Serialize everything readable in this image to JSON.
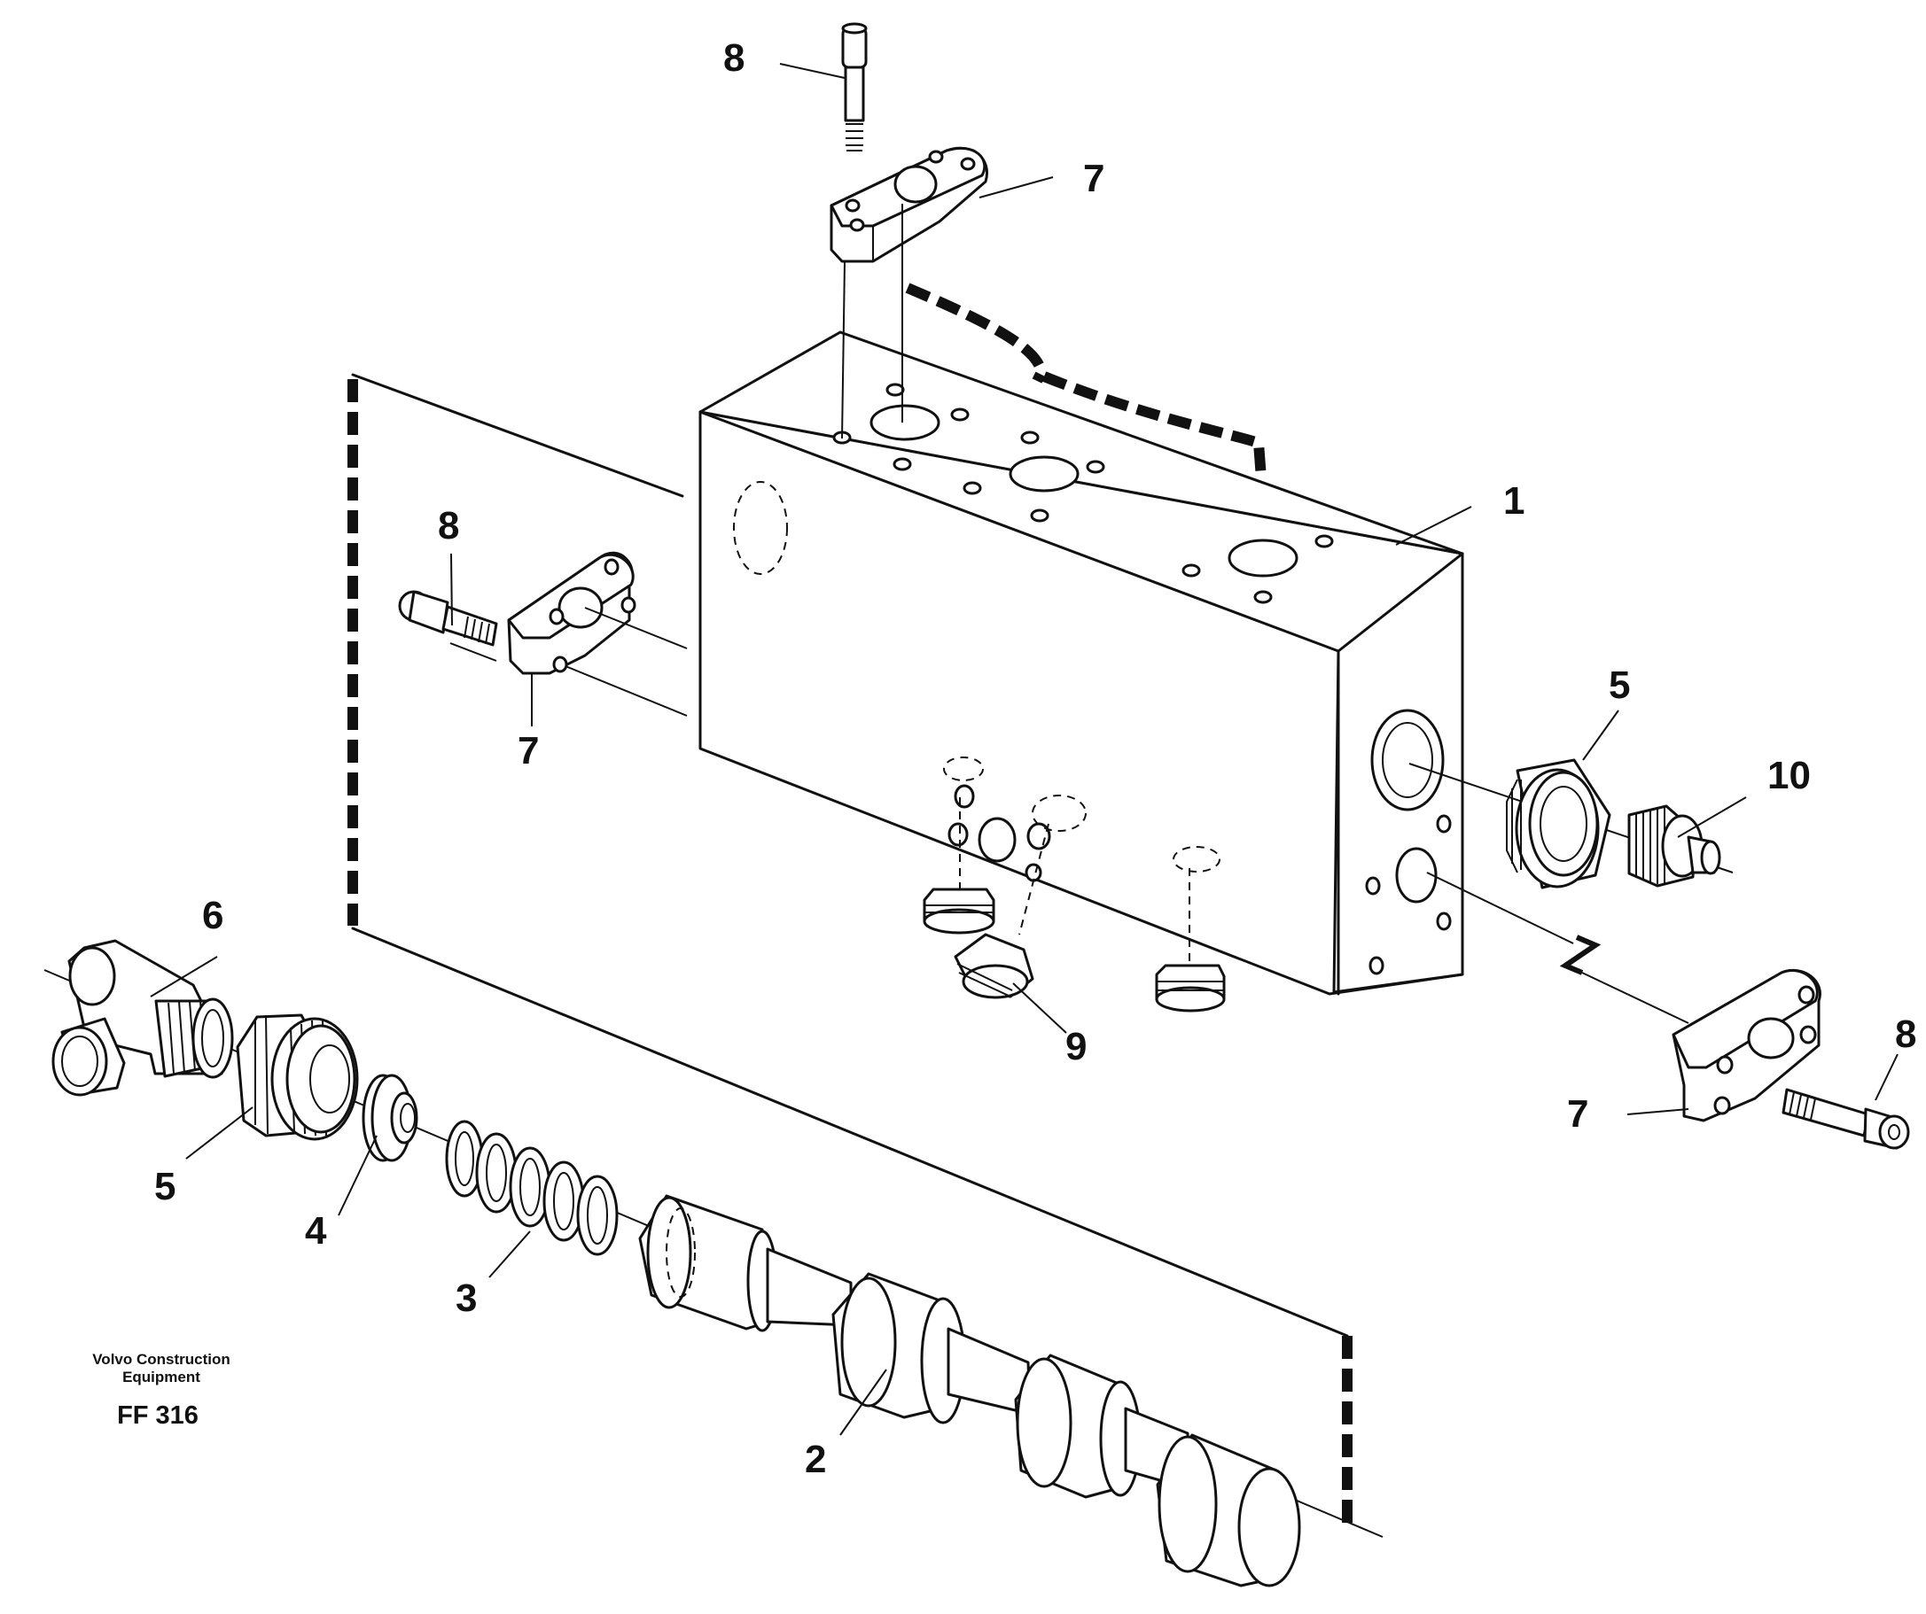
{
  "parts": [
    {
      "key": "valve_block",
      "label": "1"
    },
    {
      "key": "spool",
      "label": "2"
    },
    {
      "key": "spring",
      "label": "3"
    },
    {
      "key": "washer",
      "label": "4"
    },
    {
      "key": "plug_left",
      "label": "5"
    },
    {
      "key": "plug_right",
      "label": "5"
    },
    {
      "key": "tee_union",
      "label": "6"
    },
    {
      "key": "flange_top",
      "label": "7"
    },
    {
      "key": "flange_left",
      "label": "7"
    },
    {
      "key": "flange_right",
      "label": "7"
    },
    {
      "key": "screw_top",
      "label": "8"
    },
    {
      "key": "screw_left",
      "label": "8"
    },
    {
      "key": "screw_right",
      "label": "8"
    },
    {
      "key": "plugs_bottom",
      "label": "9"
    },
    {
      "key": "nipple",
      "label": "10"
    }
  ],
  "caption": {
    "line1": "Volvo Construction",
    "line2": "Equipment",
    "code": "FF 316"
  }
}
